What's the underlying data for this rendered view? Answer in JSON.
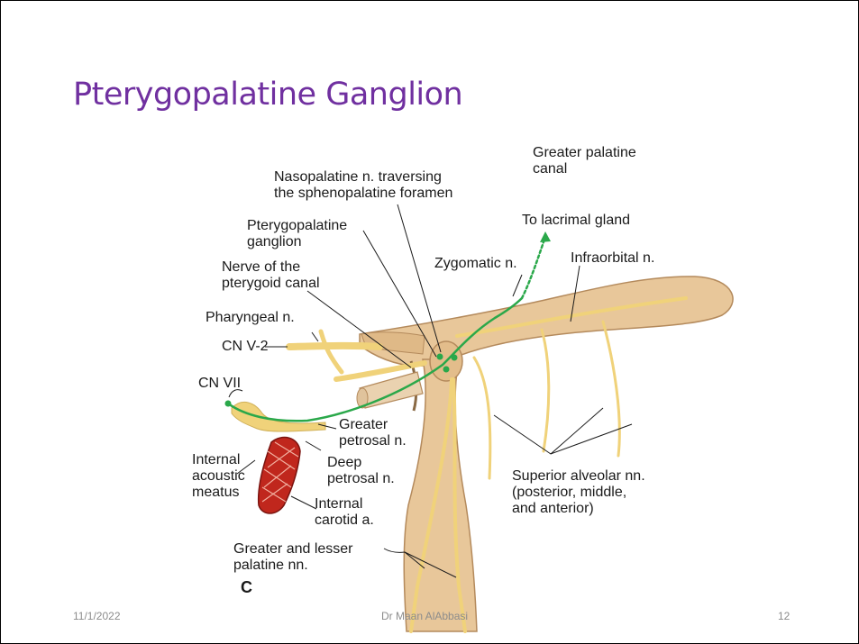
{
  "slide": {
    "title": "Pterygopalatine Ganglion",
    "footer_date": "11/1/2022",
    "footer_author": "Dr Maan AlAbbasi",
    "page_number": "12"
  },
  "figure": {
    "panel_letter": "C",
    "labels": {
      "greater_palatine_canal_1": "Greater palatine",
      "greater_palatine_canal_2": "canal",
      "nasopalatine_1": "Nasopalatine n. traversing",
      "nasopalatine_2": "the sphenopalatine foramen",
      "to_lacrimal": "To lacrimal gland",
      "pterygopalatine_1": "Pterygopalatine",
      "pterygopalatine_2": "ganglion",
      "zygomatic": "Zygomatic n.",
      "infraorbital": "Infraorbital n.",
      "pterygoid_canal_1": "Nerve of the",
      "pterygoid_canal_2": "pterygoid canal",
      "pharyngeal": "Pharyngeal n.",
      "cn_v2": "CN V-2",
      "cn_vii": "CN VII",
      "greater_petrosal_1": "Greater",
      "greater_petrosal_2": "petrosal n.",
      "internal_acoustic_1": "Internal",
      "internal_acoustic_2": "acoustic",
      "internal_acoustic_3": "meatus",
      "deep_petrosal_1": "Deep",
      "deep_petrosal_2": "petrosal n.",
      "internal_carotid_1": "Internal",
      "internal_carotid_2": "carotid a.",
      "superior_alveolar_1": "Superior alveolar nn.",
      "superior_alveolar_2": "(posterior, middle,",
      "superior_alveolar_3": "and anterior)",
      "palatine_nn_1": "Greater and lesser",
      "palatine_nn_2": "palatine nn."
    },
    "colors": {
      "nerve_body": "#e8c79a",
      "nerve_outline": "#b48a5c",
      "nerve_fiber": "#f2d36b",
      "parasympathetic_fiber": "#2aa84a",
      "artery": "#c0271d",
      "title": "#7030a0"
    }
  }
}
